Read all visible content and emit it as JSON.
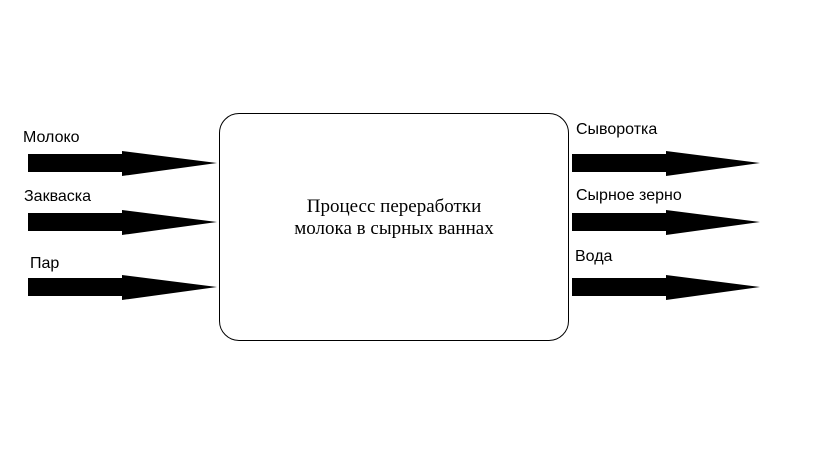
{
  "diagram": {
    "process": {
      "line1": "Процесс переработки",
      "line2": "молока в сырных ваннах"
    },
    "inputs": [
      {
        "label": "Молоко"
      },
      {
        "label": "Закваска"
      },
      {
        "label": "Пар"
      }
    ],
    "outputs": [
      {
        "label": "Сыворотка"
      },
      {
        "label": "Сырное зерно"
      },
      {
        "label": "Вода"
      }
    ],
    "colors": {
      "stroke": "#000000",
      "arrow_fill": "#000000",
      "background": "#ffffff"
    }
  }
}
